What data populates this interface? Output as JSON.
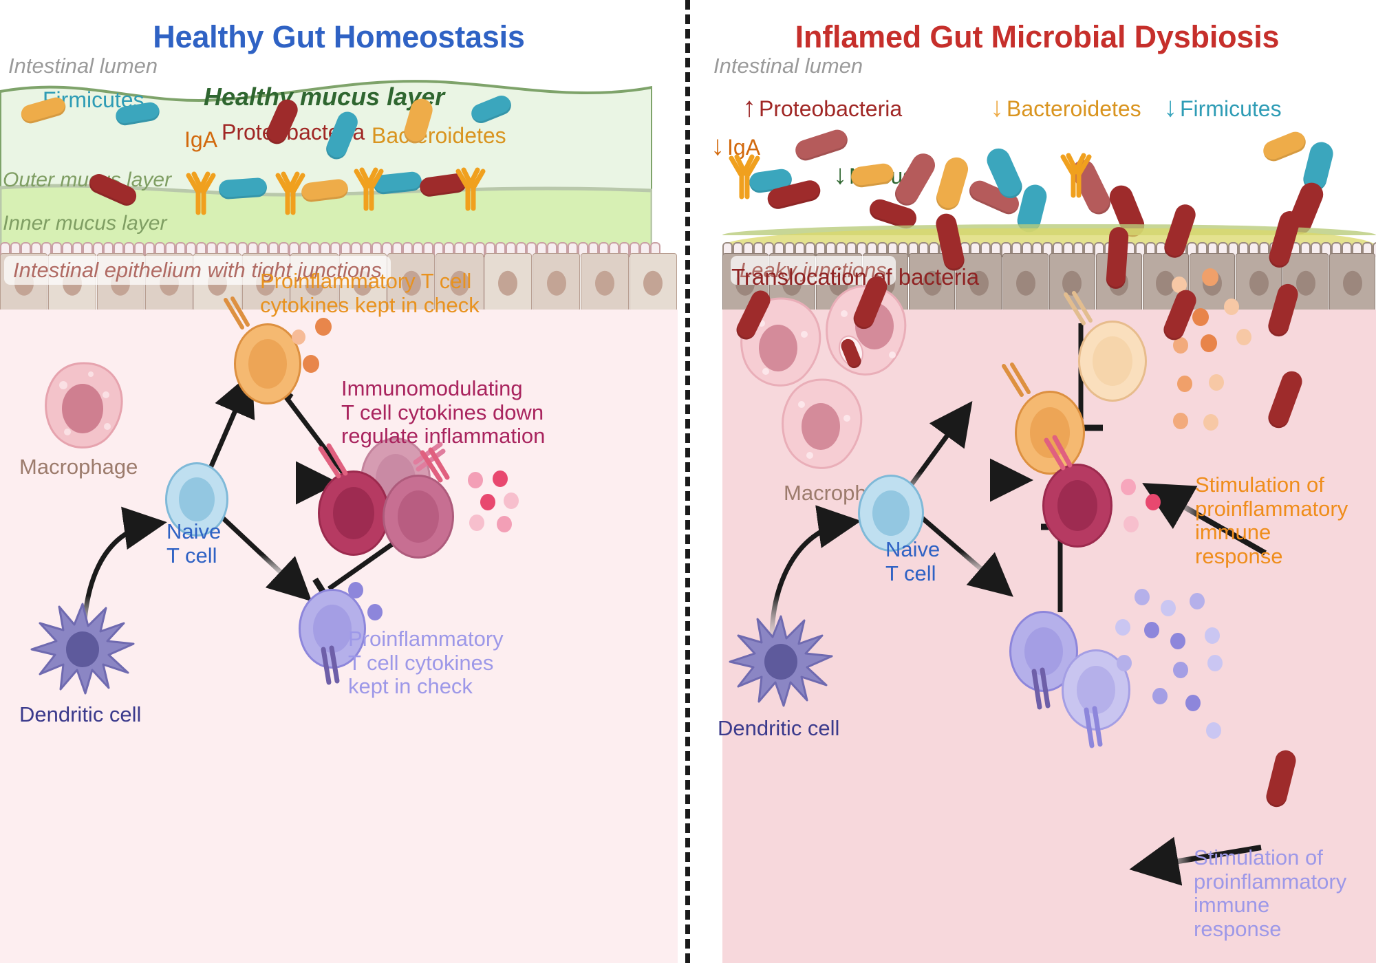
{
  "panels": {
    "left": {
      "title": "Healthy Gut Homeostasis",
      "lumen_label": "Intestinal lumen",
      "mucus_headline": "Healthy mucus layer",
      "outer_mucus_label": "Outer mucus layer",
      "inner_mucus_label": "Inner mucus layer",
      "epithelium_banner": "Intestinal epithelium with tight junctions",
      "legend": {
        "firmicutes": "Firmicutes",
        "proteobacteria": "Proteobacteria",
        "bacteroidetes": "Bacteroidetes",
        "iga": "IgA"
      },
      "cells": {
        "macrophage": "Macrophage",
        "dendritic": "Dendritic cell",
        "naive_t": "Naive\nT cell"
      },
      "annotations": {
        "th17": "Proinflammatory T cell\ncytokines kept in check",
        "treg": "Immunomodulating\nT cell cytokines down\nregulate inflammation",
        "th1": "Proinflammatory\nT cell cytokines\nkept in check"
      }
    },
    "right": {
      "title": "Inflamed Gut Microbial Dysbiosis",
      "lumen_label": "Intestinal lumen",
      "epithelium_banner": "Leaky junctions",
      "legend": {
        "proteobacteria": "Proteobacteria",
        "proteobacteria_trend": "up",
        "bacteroidetes": "Bacteroidetes",
        "bacteroidetes_trend": "down",
        "firmicutes": "Firmicutes",
        "firmicutes_trend": "down",
        "iga": "IgA",
        "iga_trend": "down",
        "mucus": "Mucus",
        "mucus_trend": "down"
      },
      "cells": {
        "macrophage": "Macrophage",
        "dendritic": "Dendritic cell",
        "naive_t": "Naive\nT cell"
      },
      "annotations": {
        "translocation": "Translocation of bacteria",
        "th17": "Stimulation of\nproinflammatory\nimmune\nresponse",
        "th1": "Stimulation of\nproinflammatory\nimmune\nresponse"
      }
    }
  },
  "colors": {
    "title_healthy": "#2f62c4",
    "title_inflamed": "#c62f2b",
    "firmicutes": "#3ba6bd",
    "bacteroidetes": "#eeac49",
    "proteobacteria": "#9e2b2b",
    "iga": "#f0a01e",
    "outer_mucus": "#eaf5e4",
    "inner_mucus": "#d7f0b4",
    "lamina_healthy": "#fdeef0",
    "lamina_inflamed": "#f7d8dc",
    "epithelium_healthy": "#ded0c6",
    "epithelium_inflamed": "#b9aaa1",
    "th17": "#f5b971",
    "treg": "#b63a62",
    "th1": "#b5b0ea",
    "naive_t": "#bfdff0",
    "macrophage": "#f3c3ca",
    "dendritic": "#8b86c4"
  },
  "icons": {
    "up_arrow": "↑",
    "down_arrow": "↓"
  }
}
